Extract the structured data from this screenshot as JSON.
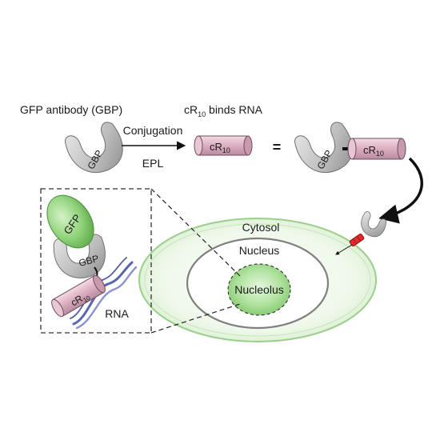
{
  "top_row": {
    "gbp_heading": "GFP antibody (GBP)",
    "conjugation": "Conjugation",
    "epl": "EPL",
    "cr10_heading_prefix": "cR",
    "cr10_heading_sub": "10",
    "cr10_heading_suffix": " binds RNA",
    "equals": "="
  },
  "labels": {
    "gbp": "GBP",
    "gfp": "GFP",
    "cr_prefix": "cR",
    "cr_sub": "10",
    "rna": "RNA"
  },
  "cell": {
    "cytosol": "Cytosol",
    "nucleus": "Nucleus",
    "nucleolus": "Nucleolus"
  },
  "colors": {
    "gbp_gray": "#bdbdbd",
    "gfp_green": "#8fd27a",
    "cr10_pink": "#dcaec0",
    "cytosol_green": "#e4f5dc",
    "nucleolus_green": "#9fdc8c",
    "rna_blue": "#3e4aa0",
    "transporter_red": "#e02a2a"
  }
}
